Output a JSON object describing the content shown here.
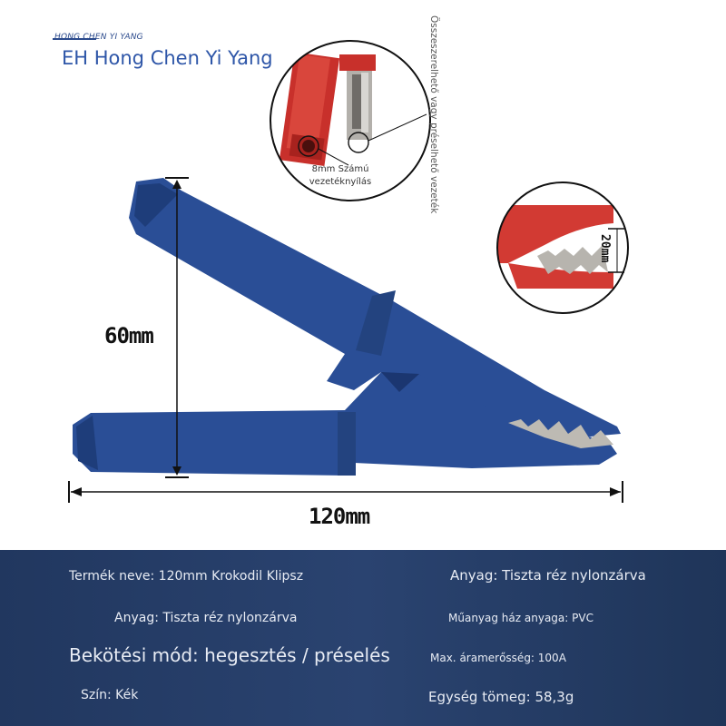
{
  "brand": {
    "small_label": "HONG CHEN YI YANG",
    "title": "EH Hong Chen Yi Yang"
  },
  "annotations": {
    "vertical_note": "Összeszerelhető vagy préselhető vezeték",
    "hole_label": "8mm Számú vezetéknyílás",
    "height": "60mm",
    "width": "120mm",
    "jaw": "20mm"
  },
  "colors": {
    "clip_blue": "#2a4e96",
    "red_insulation": "#c8302b",
    "info_bg": "#253d68"
  },
  "info": {
    "product_name": "Termék neve: 120mm Krokodil Klipsz",
    "material_right": "Anyag: Tiszta réz nylonzárva",
    "material_left": "Anyag: Tiszta réz nylonzárva",
    "housing": "Műanyag ház anyaga: PVC",
    "connection": "Bekötési mód: hegesztés / préselés",
    "max_current": "Max. áramerősség: 100A",
    "color": "Szín: Kék",
    "weight": "Egység tömeg: 58,3g"
  }
}
